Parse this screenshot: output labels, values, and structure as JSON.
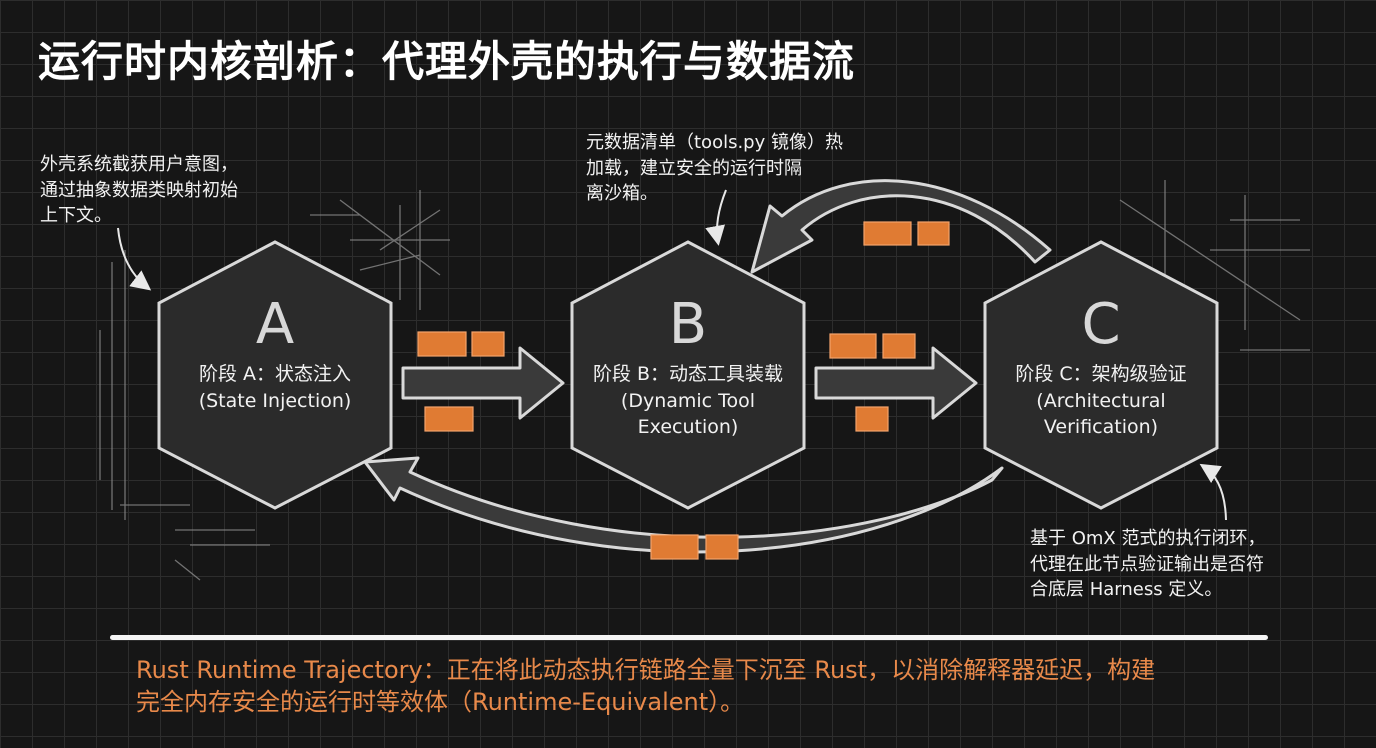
{
  "title": "运行时内核剖析：代理外壳的执行与数据流",
  "annotations": {
    "left": "外壳系统截获用户意图，\n通过抽象数据类映射初始\n上下文。",
    "top": "元数据清单（tools.py 镜像）热\n加载，建立安全的运行时隔\n离沙箱。",
    "right": "基于 OmX 范式的执行闭环，\n代理在此节点验证输出是否符\n合底层 Harness 定义。"
  },
  "stages": [
    {
      "letter": "A",
      "lines": [
        "阶段 A：状态注入",
        "(State Injection)"
      ]
    },
    {
      "letter": "B",
      "lines": [
        "阶段 B：动态工具装载",
        "(Dynamic Tool",
        "Execution)"
      ]
    },
    {
      "letter": "C",
      "lines": [
        "阶段 C：架构级验证",
        "(Architectural",
        "Verification)"
      ]
    }
  ],
  "footer": {
    "line1": "Rust Runtime Trajectory：正在将此动态执行链路全量下沉至 Rust，以消除解释器延迟，构建",
    "line2": "完全内存安全的运行时等效体（Runtime-Equivalent）。"
  },
  "colors": {
    "accent": "#e07b33",
    "hex_fill": "#2b2b2b",
    "hex_stroke": "#d9d9d9",
    "arrow_fill": "#3a3a3a"
  }
}
